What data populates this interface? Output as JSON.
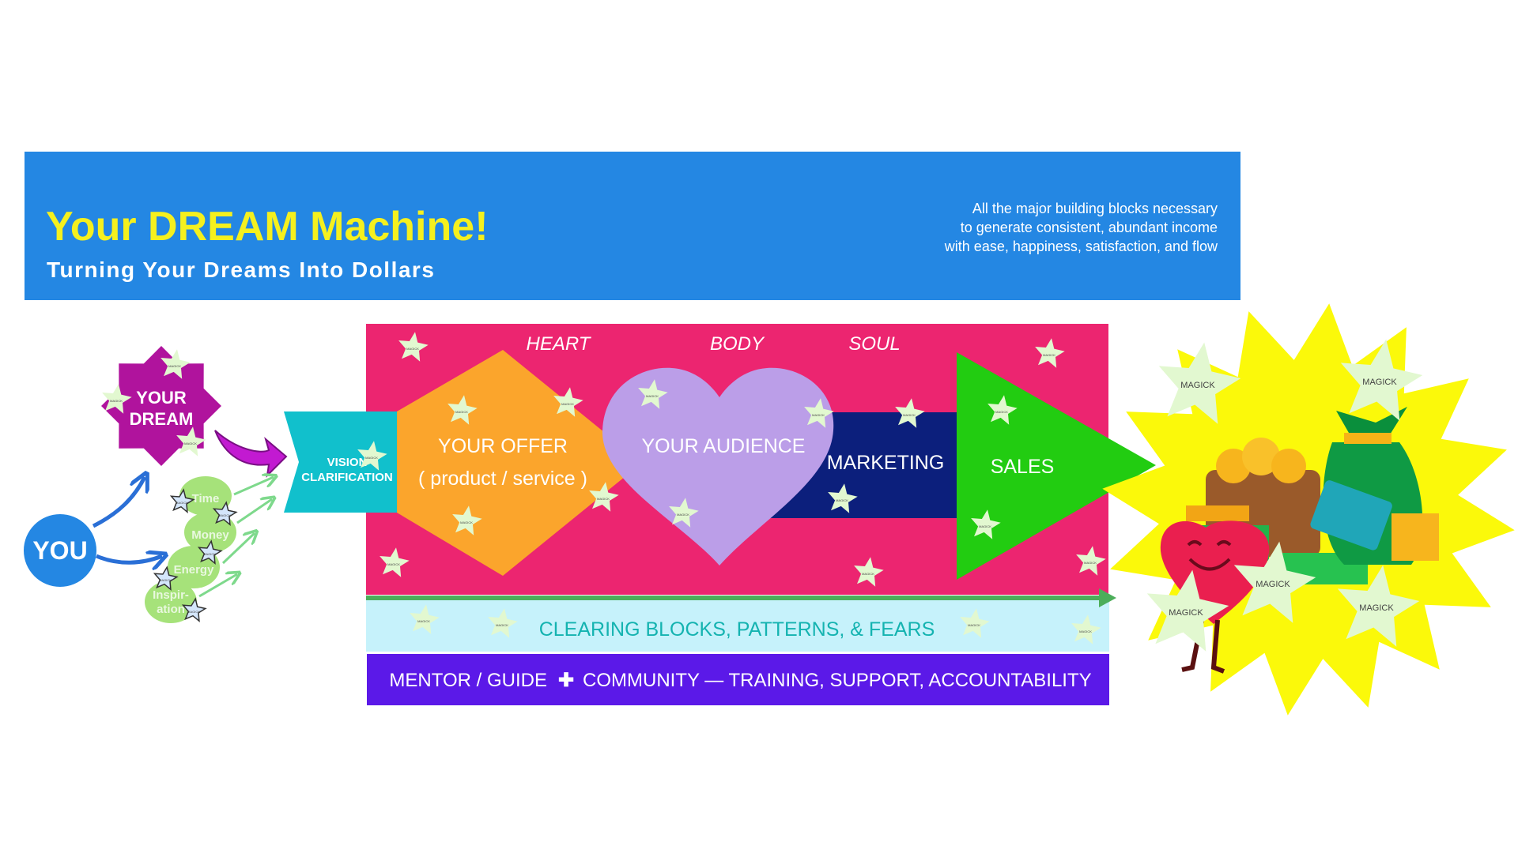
{
  "header": {
    "title": "Your DREAM Machine!",
    "subtitle": "Turning Your Dreams Into Dollars",
    "description": [
      "All the major building blocks necessary",
      "to generate consistent, abundant income",
      "with ease, happiness, satisfaction, and flow"
    ]
  },
  "left": {
    "you": "YOU",
    "dream": [
      "YOUR",
      "DREAM"
    ],
    "resources": [
      "Time",
      "Money",
      "Energy",
      "Inspir-",
      "ation"
    ]
  },
  "machine": {
    "labels": {
      "heart": "HEART",
      "body": "BODY",
      "soul": "SOUL"
    },
    "vision": [
      "VISION",
      "CLARIFICATION"
    ],
    "offer": [
      "YOUR OFFER",
      "( product / service )"
    ],
    "audience": "YOUR AUDIENCE",
    "marketing": "MARKETING",
    "sales": "SALES",
    "clearing": "CLEARING BLOCKS, PATTERNS, & FEARS",
    "mentor": "MENTOR / GUIDE",
    "community": "COMMUNITY — TRAINING, SUPPORT, ACCOUNTABILITY"
  },
  "star_label": "MAGICK",
  "colors": {
    "header_bg": "#2487e3",
    "title": "#f5f01e",
    "machine_bg": "#ec2570",
    "vision": "#11c0cc",
    "offer": "#fba52c",
    "audience": "#bb9ee8",
    "marketing": "#0c1f7c",
    "sales": "#22cc11",
    "clearing_bg": "#c6f2fb",
    "clearing_text": "#14b3b0",
    "mentor_bg": "#5b19e8",
    "burst": "#fbf90a",
    "dream": "#b0139d",
    "you": "#2487e3",
    "resources": "#a6e27a"
  }
}
